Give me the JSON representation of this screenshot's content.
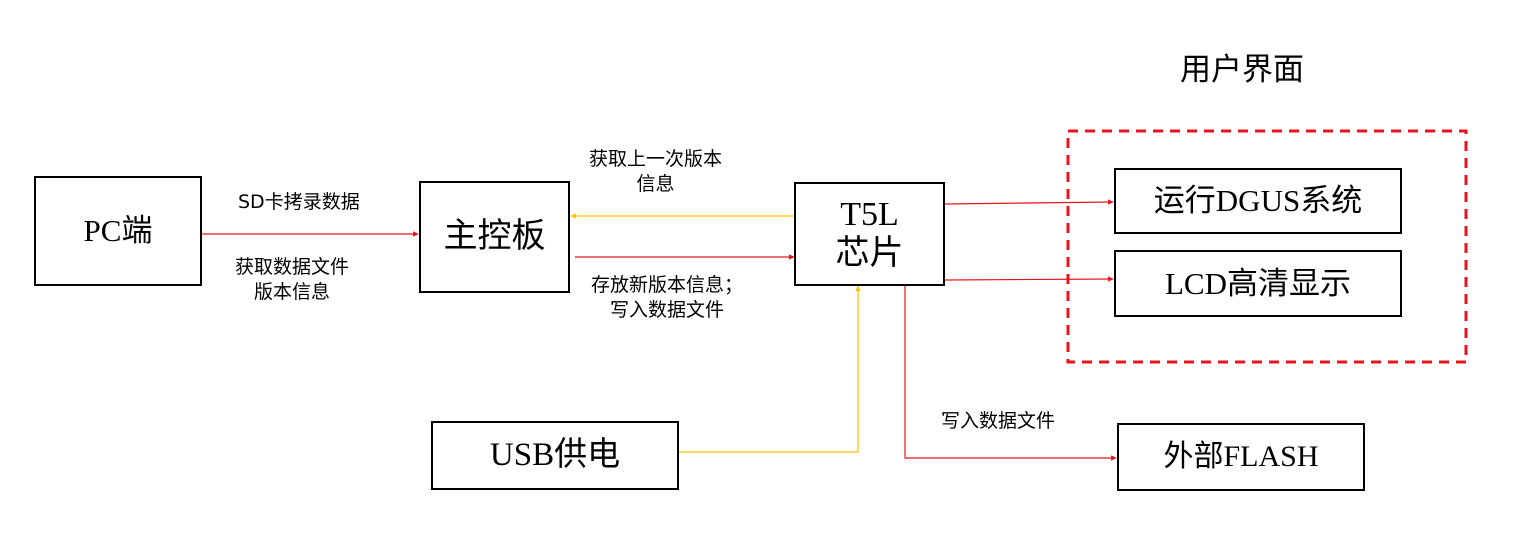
{
  "nodes": {
    "pc": "PC端",
    "mainboard": "主控板",
    "t5l_line1": "T5L",
    "t5l_line2": "芯片",
    "usb_power": "USB供电",
    "dgus": "运行DGUS系统",
    "lcd": "LCD高清显示",
    "flash": "外部FLASH"
  },
  "group": {
    "title": "用户界面"
  },
  "edge_labels": {
    "pc_to_mainboard_top": "SD卡拷录数据",
    "pc_to_mainboard_bottom_line1": "获取数据文件",
    "pc_to_mainboard_bottom_line2": "版本信息",
    "t5l_to_mainboard_line1": "获取上一次版本",
    "t5l_to_mainboard_line2": "信息",
    "mainboard_to_t5l_line1": "存放新版本信息；",
    "mainboard_to_t5l_line2": "写入数据文件",
    "t5l_to_flash": "写入数据文件"
  },
  "colors": {
    "red_arrow": "#e8141b",
    "yellow_arrow": "#ffc000",
    "dashed_group": "#e8141b",
    "box_border": "#000000"
  }
}
